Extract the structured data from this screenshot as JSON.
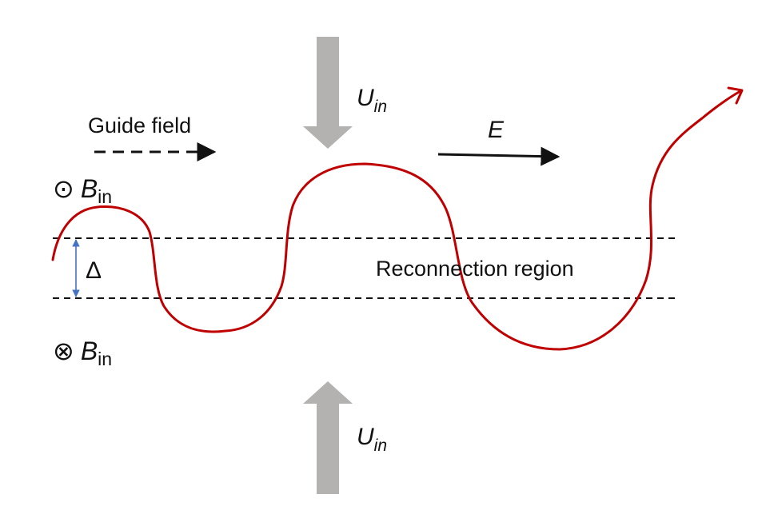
{
  "labels": {
    "guide_field": "Guide field",
    "u_in_symbol": "U",
    "u_in_subscript": "in",
    "e_field": "E",
    "b_symbol": "B",
    "b_subscript": "in",
    "delta": "Δ",
    "region": "Reconnection region",
    "out_of_page_glyph": "⊙",
    "into_page_glyph": "⊗"
  },
  "colors": {
    "field_line": "#c00000",
    "inflow_arrow": "#b4b1b1",
    "delta_marker": "#4472c4",
    "text": "#111111"
  }
}
